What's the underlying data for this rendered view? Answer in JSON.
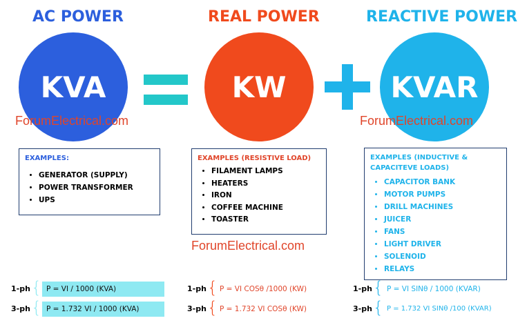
{
  "colors": {
    "ac": "#2c5fdd",
    "real": "#f04a1d",
    "reactive": "#1fb3ea",
    "equals": "#23c7c9",
    "plus": "#1fb3ea",
    "watermark": "#e0452a",
    "formula_bg": "#8ee9f2"
  },
  "headers": {
    "ac": "AC POWER",
    "real": "REAL POWER",
    "reactive": "REACTIVE POWER"
  },
  "circles": {
    "kva": "KVA",
    "kw": "KW",
    "kvar": "KVAR"
  },
  "operators": {
    "equals": "equals-sign",
    "plus": "plus-sign"
  },
  "watermark": "ForumElectrical.com",
  "boxes": {
    "ac": {
      "title": "EXAMPLES:",
      "items": [
        "GENERATOR (SUPPLY)",
        "POWER TRANSFORMER",
        "UPS"
      ]
    },
    "real": {
      "title": "EXAMPLES (RESISTIVE LOAD)",
      "items": [
        "FILAMENT LAMPS",
        "HEATERS",
        "IRON",
        "COFFEE MACHINE",
        "TOASTER"
      ]
    },
    "reactive": {
      "title_line1": "EXAMPLES (INDUCTIVE &",
      "title_line2": "CAPACITEVE LOADS)",
      "items": [
        "CAPACITOR BANK",
        "MOTOR PUMPS",
        "DRILL MACHINES",
        "JUICER",
        "FANS",
        "LIGHT DRIVER",
        "SOLENOID",
        "RELAYS"
      ]
    }
  },
  "formulas": {
    "phase1": "1-ph",
    "phase3": "3-ph",
    "ac_1ph": "P = VI / 1000 (KVA)",
    "ac_3ph": "P = 1.732 VI / 1000 (KVA)",
    "real_1ph": "P = VI COSθ /1000 (KW)",
    "real_3ph": "P = 1.732 VI COSθ (KW)",
    "reactive_1ph": "P = VI SINθ / 1000 (KVAR)",
    "reactive_3ph": "P = 1.732 VI SINθ /100 (KVAR)"
  }
}
